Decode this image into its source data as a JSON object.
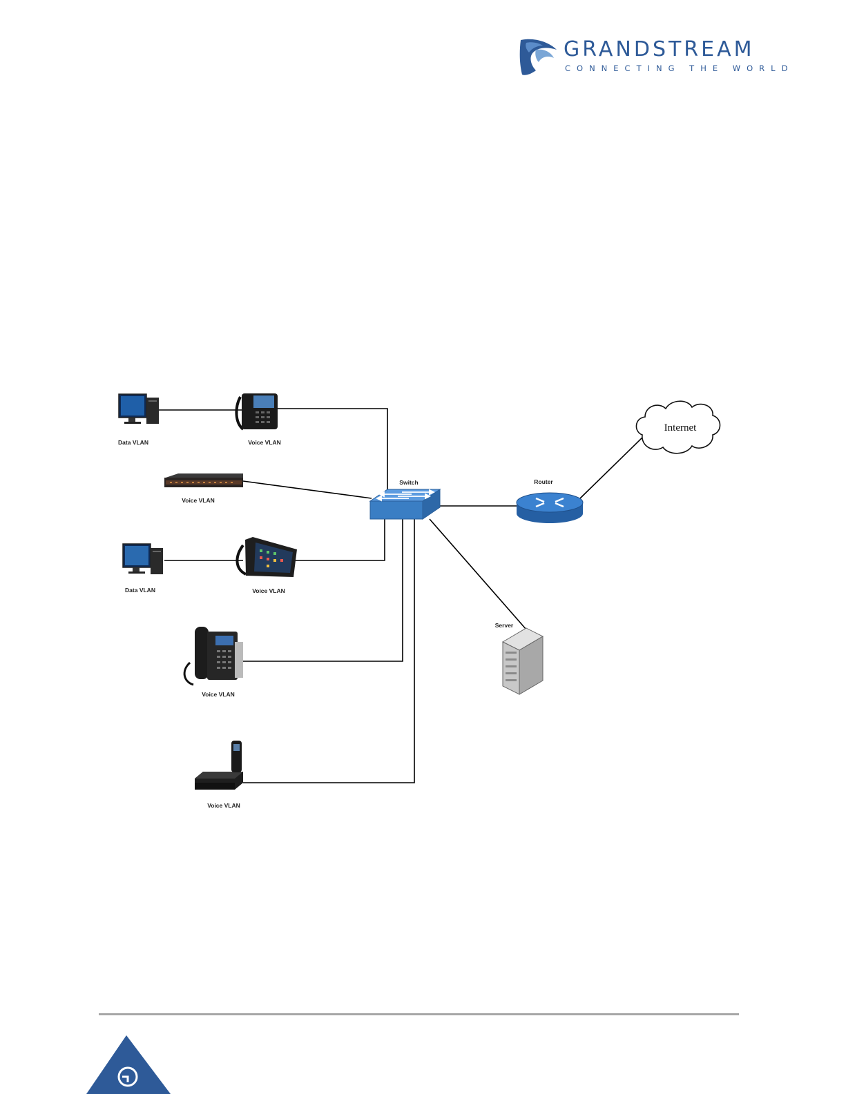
{
  "header": {
    "brand_name": "GRANDSTREAM",
    "tagline": "CONNECTING THE WORLD",
    "brand_color": "#2e5a98",
    "logo_icon": "grandstream-swirl-logo"
  },
  "diagram": {
    "nodes": {
      "pc1": {
        "label": "Data VLAN",
        "icon": "desktop-pc-icon"
      },
      "phone1": {
        "label": "Voice VLAN",
        "icon": "ip-phone-icon"
      },
      "gateway": {
        "label": "Voice VLAN",
        "icon": "voip-gateway-icon"
      },
      "pc2": {
        "label": "Data VLAN",
        "icon": "desktop-pc-icon"
      },
      "phone2": {
        "label": "Voice VLAN",
        "icon": "video-phone-icon"
      },
      "phone3": {
        "label": "Voice VLAN",
        "icon": "ip-phone-icon"
      },
      "dect": {
        "label": "Voice VLAN",
        "icon": "dect-base-handset-icon"
      },
      "switch": {
        "label": "Switch",
        "icon": "switch-icon"
      },
      "router": {
        "label": "Router",
        "icon": "router-icon"
      },
      "server": {
        "label": "Server",
        "icon": "server-icon"
      },
      "internet": {
        "label": "Internet",
        "icon": "cloud-icon"
      }
    },
    "colors": {
      "switch": "#3a7ec4",
      "router": "#2f73c0",
      "link": "#000000"
    }
  },
  "footer": {
    "mark_color": "#2e5a98",
    "mark_icon": "grandstream-footer-logo"
  }
}
